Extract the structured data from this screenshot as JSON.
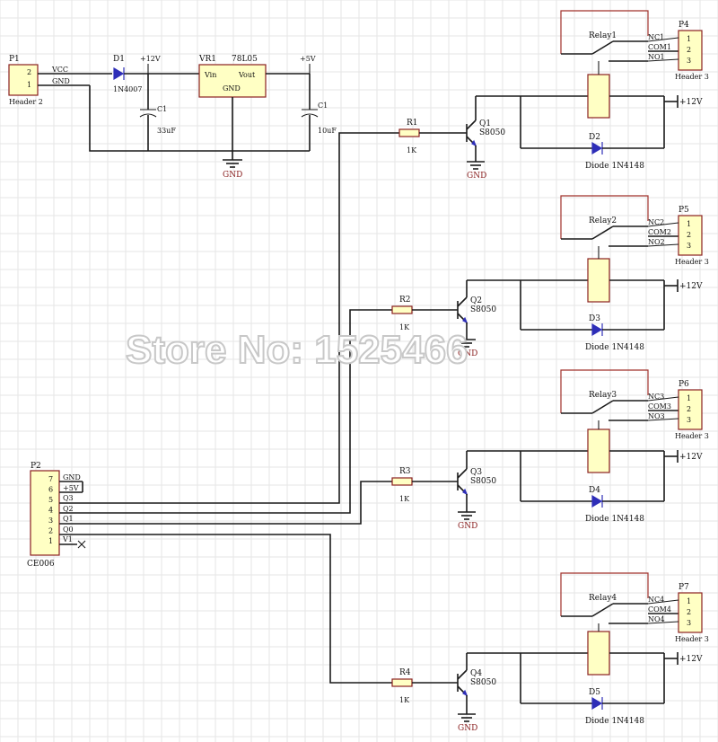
{
  "watermark": "Store No: 1525466",
  "power": {
    "p1": {
      "ref": "P1",
      "pins": [
        "2",
        "1"
      ],
      "nets": [
        "VCC",
        "GND"
      ],
      "name": "Header 2"
    },
    "d1": {
      "ref": "D1",
      "part": "1N4007",
      "rail": "+12V"
    },
    "vr1": {
      "ref": "VR1",
      "part": "78L05",
      "vin": "Vin",
      "vout": "Vout",
      "gnd": "GND"
    },
    "c1a": {
      "ref": "C1",
      "value": "33uF"
    },
    "c1b": {
      "ref": "C1",
      "value": "10uF"
    },
    "rail5": "+5V",
    "gnd_label": "GND"
  },
  "p2": {
    "ref": "P2",
    "name": "CE006",
    "pins": [
      "7",
      "6",
      "5",
      "4",
      "3",
      "2",
      "1"
    ],
    "nets": [
      "GND",
      "+5V",
      "Q3",
      "Q2",
      "Q1",
      "Q0",
      "V1"
    ]
  },
  "channels": [
    {
      "r": "R1",
      "rv": "1K",
      "q": "Q1",
      "qp": "S8050",
      "relay": "Relay1",
      "d": "D2",
      "dp": "Diode 1N4148",
      "p": "P4",
      "pn": "Header 3",
      "nc": "NC1",
      "com": "COM1",
      "no": "NO1",
      "v": "+12V"
    },
    {
      "r": "R2",
      "rv": "1K",
      "q": "Q2",
      "qp": "S8050",
      "relay": "Relay2",
      "d": "D3",
      "dp": "Diode 1N4148",
      "p": "P5",
      "pn": "Header 3",
      "nc": "NC2",
      "com": "COM2",
      "no": "NO2",
      "v": "+12V"
    },
    {
      "r": "R3",
      "rv": "1K",
      "q": "Q3",
      "qp": "S8050",
      "relay": "Relay3",
      "d": "D4",
      "dp": "Diode 1N4148",
      "p": "P6",
      "pn": "Header 3",
      "nc": "NC3",
      "com": "COM3",
      "no": "NO3",
      "v": "+12V"
    },
    {
      "r": "R4",
      "rv": "1K",
      "q": "Q4",
      "qp": "S8050",
      "relay": "Relay4",
      "d": "D5",
      "dp": "Diode 1N4148",
      "p": "P7",
      "pn": "Header 3",
      "nc": "NC4",
      "com": "COM4",
      "no": "NO4",
      "v": "+12V"
    }
  ],
  "header3_pins": [
    "1",
    "2",
    "3"
  ]
}
